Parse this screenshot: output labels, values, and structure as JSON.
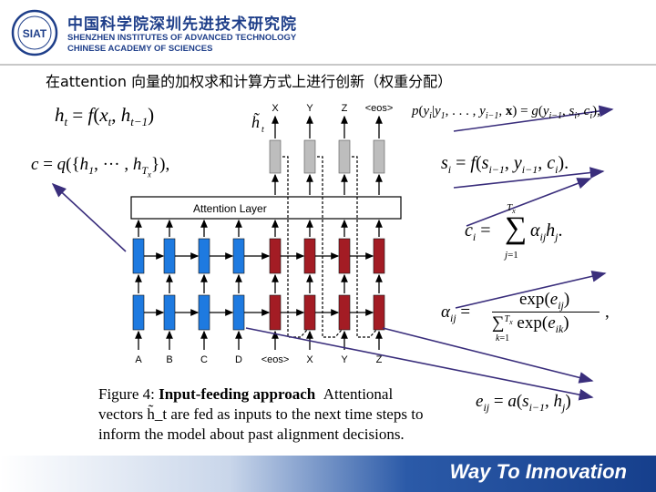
{
  "header": {
    "org_cn": "中国科学院深圳先进技术研究院",
    "org_en_1": "SHENZHEN INSTITUTES OF ADVANCED TECHNOLOGY",
    "org_en_2": "CHINESE ACADEMY OF SCIENCES",
    "logo_text": "SIAT"
  },
  "slide_title": "在attention 向量的加权求和计算方式上进行创新（权重分配）",
  "diagram": {
    "attention_layer_label": "Attention Layer",
    "top_labels": [
      "X",
      "Y",
      "Z",
      "<eos>"
    ],
    "bottom_labels": [
      "A",
      "B",
      "C",
      "D",
      "<eos>",
      "X",
      "Y",
      "Z"
    ],
    "colors": {
      "encoder": "#1e7ae0",
      "decoder": "#a31c24",
      "output": "#bdbdbd",
      "arrow": "#3a2e7c"
    }
  },
  "equations": {
    "h_t": "h_t = f(x_t, h_{t−1})",
    "c": "c = q({h_1, ···, h_{T_x}}),",
    "p": "p(y_i | y_1, ..., y_{i−1}, x) = g(y_{i−1}, s_i, c_i),",
    "s_i": "s_i = f(s_{i−1}, y_{i−1}, c_i).",
    "c_i": "c_i = Σ_{j=1}^{T_x} α_{ij} h_j.",
    "alpha": "α_{ij} = exp(e_{ij}) / Σ_{k=1}^{T_x} exp(e_{ik}),",
    "e_ij": "e_{ij} = a(s_{i−1}, h_j)"
  },
  "caption": {
    "fig_label": "Figure 4:",
    "fig_title": "Input-feeding approach",
    "line1_rest": "Attentional",
    "line2": "vectors h̃_t are fed as inputs to the next time steps to",
    "line3": "inform the model about past alignment decisions."
  },
  "footer": {
    "slogan": "Way To Innovation"
  }
}
